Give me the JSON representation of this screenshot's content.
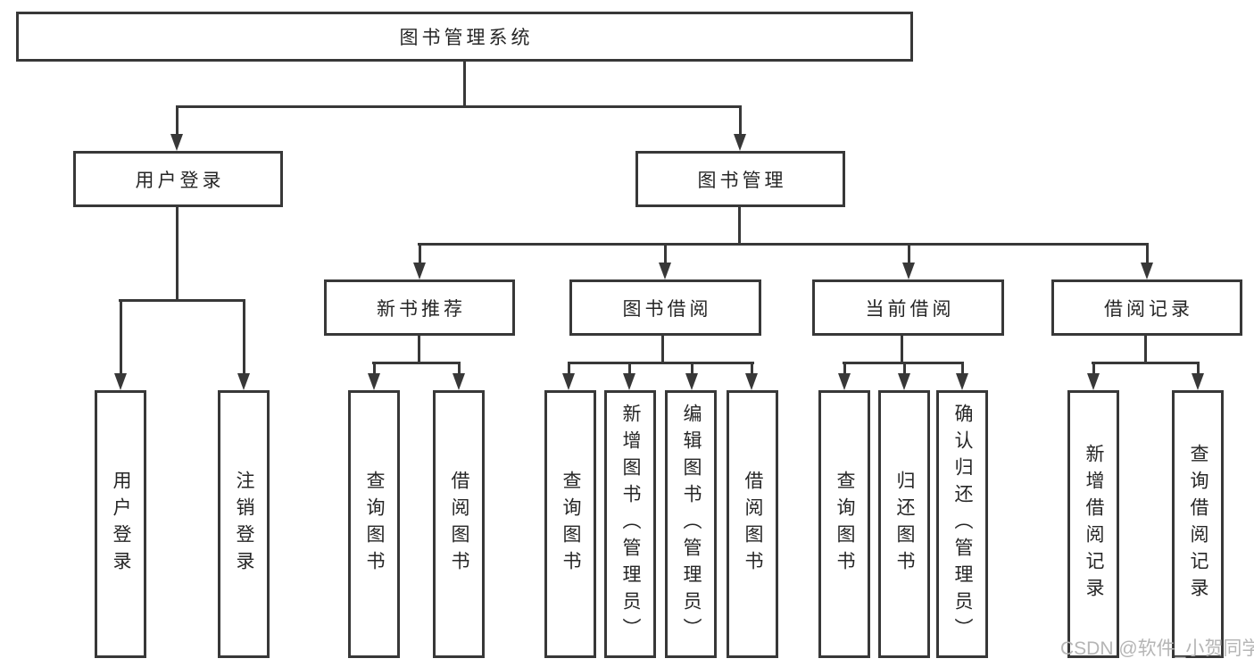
{
  "tree": {
    "label": "图书管理系统",
    "children": [
      {
        "label": "用户登录",
        "children": [
          {
            "label": "用户登录"
          },
          {
            "label": "注销登录"
          }
        ]
      },
      {
        "label": "图书管理",
        "children": [
          {
            "label": "新书推荐",
            "children": [
              {
                "label": "查询图书"
              },
              {
                "label": "借阅图书"
              }
            ]
          },
          {
            "label": "图书借阅",
            "children": [
              {
                "label": "查询图书"
              },
              {
                "label": "新增图书（管理员）"
              },
              {
                "label": "编辑图书（管理员）"
              },
              {
                "label": "借阅图书"
              }
            ]
          },
          {
            "label": "当前借阅",
            "children": [
              {
                "label": "查询图书"
              },
              {
                "label": "归还图书"
              },
              {
                "label": "确认归还（管理员）"
              }
            ]
          },
          {
            "label": "借阅记录",
            "children": [
              {
                "label": "新增借阅记录"
              },
              {
                "label": "查询借阅记录"
              }
            ]
          }
        ]
      }
    ]
  },
  "watermark": {
    "text": "CSDN @软件_小贺同学"
  },
  "colors": {
    "line": "#383838",
    "text": "#262626",
    "watermark": "#b5b5b5",
    "background": "#ffffff"
  }
}
